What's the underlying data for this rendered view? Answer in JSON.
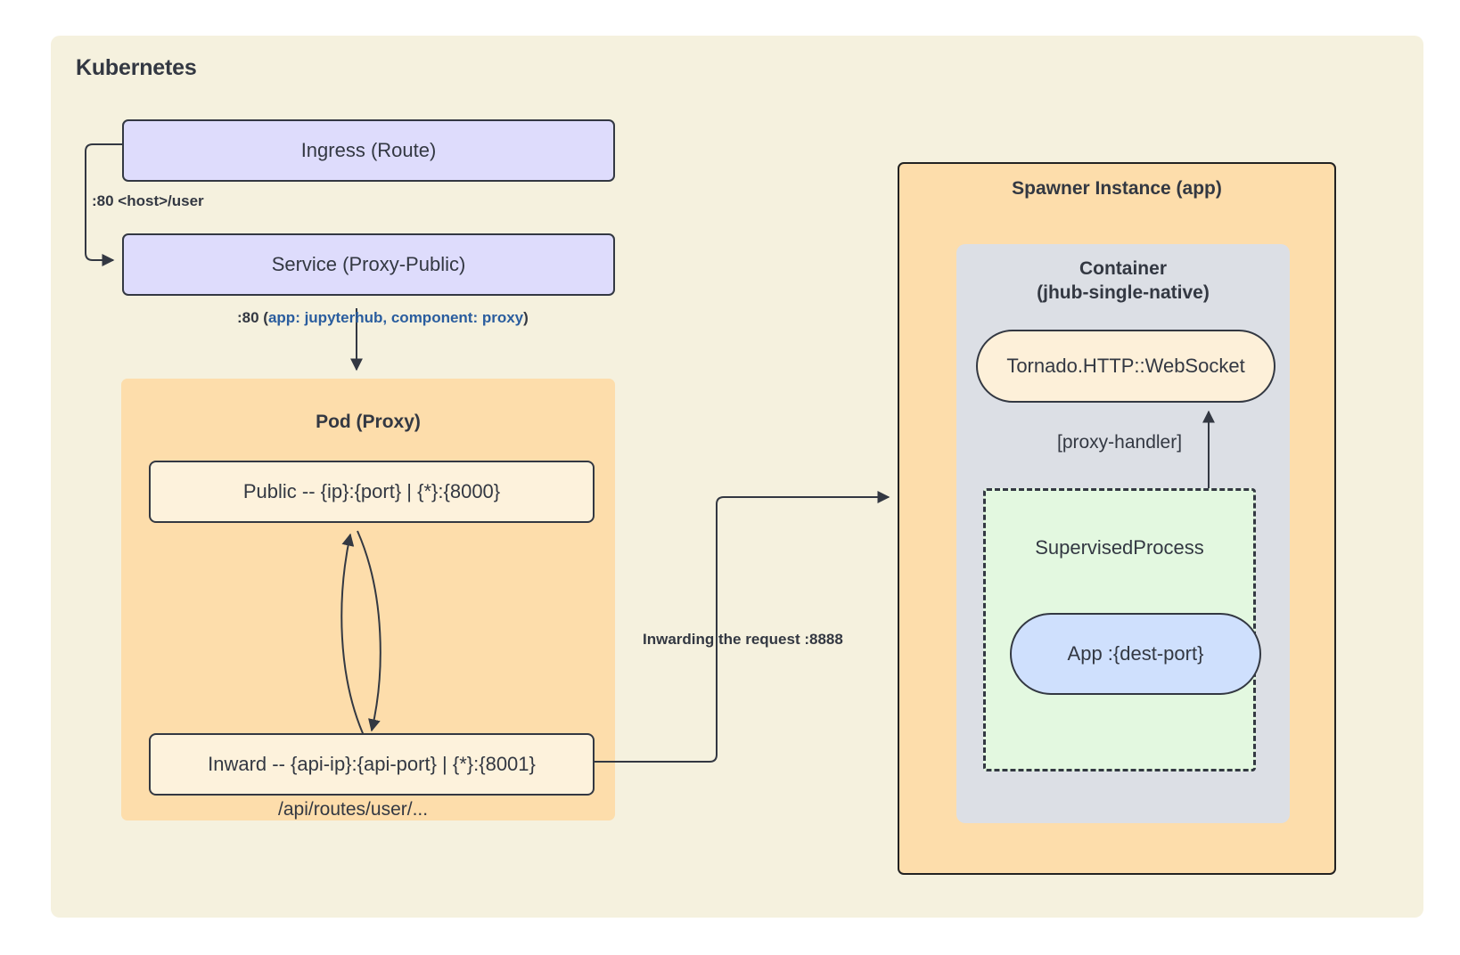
{
  "cluster": {
    "title": "Kubernetes"
  },
  "nodes": {
    "ingress": "Ingress (Route)",
    "service": "Service (Proxy-Public)",
    "pod_proxy_title": "Pod (Proxy)",
    "public": "Public -- {ip}:{port} | {*}:{8000}",
    "inward": "Inward -- {api-ip}:{api-port} | {*}:{8001}",
    "api_routes": "/api/routes/user/...",
    "spawner_title": "Spawner Instance (app)",
    "container_title_line1": "Container",
    "container_title_line2": "(jhub-single-native)",
    "tornado": "Tornado.HTTP::WebSocket",
    "supervised_process": "SupervisedProcess",
    "app": "App :{dest-port}"
  },
  "edges": {
    "ingress_to_service": ":80 <host>/user",
    "service_to_pod_port": ":80 (",
    "service_to_pod_selector": "app: jupyterhub, component: proxy",
    "service_to_pod_close": ")",
    "inward_to_spawner": "Inwarding the request :8888",
    "proxy_handler": "[proxy-handler]"
  },
  "colors": {
    "cluster_bg": "#f5f1de",
    "purple_node": "#dedcfc",
    "orange_group": "#fdddab",
    "cream_node": "#fdf2dc",
    "grey_group": "#dcdfe5",
    "green_dashed": "#e3f8e0",
    "blue_node": "#cfe0fd",
    "stroke": "#333842",
    "accent_text": "#2a5d9e"
  }
}
